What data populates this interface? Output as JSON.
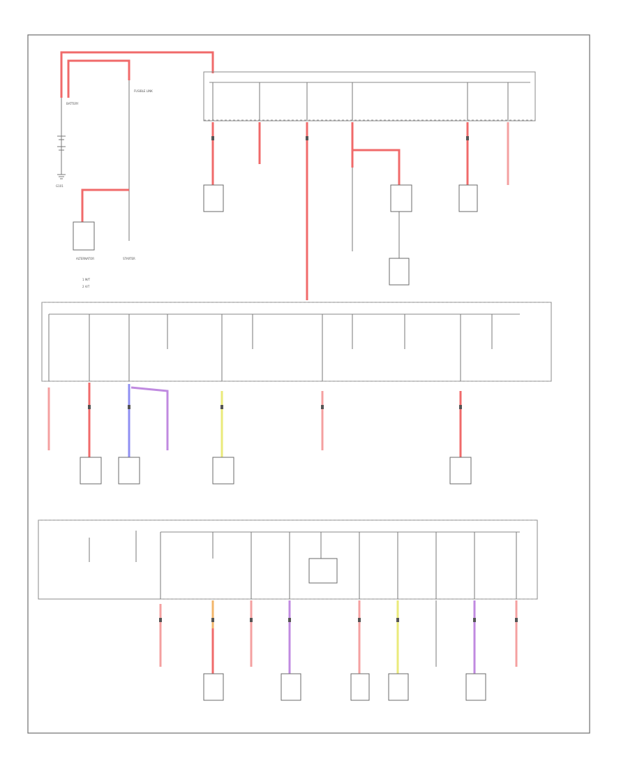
{
  "colors": {
    "wire_red": "#f06a6a",
    "wire_pink": "#f4a0a0",
    "wire_blue": "#8f8ff2",
    "wire_violet": "#c08ae0",
    "wire_yellow": "#eaea7a",
    "wire_orange": "#f2b56a",
    "line": "#777777"
  },
  "icons": {
    "battery": "battery-icon",
    "ground": "ground-icon",
    "fuse": "fuse-icon",
    "relay": "relay-icon",
    "component": "component-box-icon"
  },
  "text": {
    "battery": "BATTERY",
    "ground": "G101",
    "alternator": "ALTERNATOR",
    "starter": "STARTER",
    "legend_1": "1  M/T",
    "legend_2": "2  A/T"
  }
}
